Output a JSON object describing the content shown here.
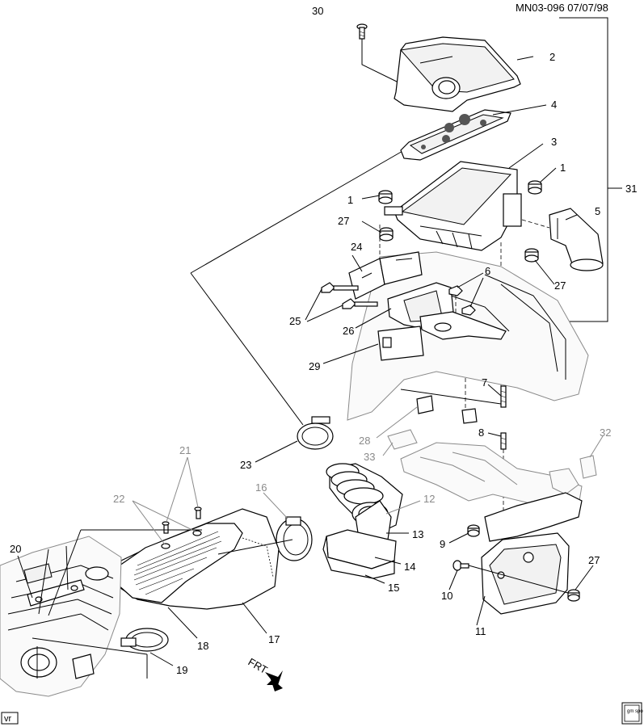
{
  "header": {
    "code": "MN03-096 07/07/98"
  },
  "footer": {
    "left_badge": "vr",
    "logo_text": "gm spo"
  },
  "direction": {
    "label": "FRT"
  },
  "callouts": [
    {
      "id": "30",
      "text": "30",
      "tone": "black"
    },
    {
      "id": "2",
      "text": "2",
      "tone": "black"
    },
    {
      "id": "4",
      "text": "4",
      "tone": "black"
    },
    {
      "id": "3",
      "text": "3",
      "tone": "black"
    },
    {
      "id": "1a",
      "text": "1",
      "tone": "black"
    },
    {
      "id": "1b",
      "text": "1",
      "tone": "black"
    },
    {
      "id": "31",
      "text": "31",
      "tone": "black"
    },
    {
      "id": "5",
      "text": "5",
      "tone": "black"
    },
    {
      "id": "27a",
      "text": "27",
      "tone": "black"
    },
    {
      "id": "27b",
      "text": "27",
      "tone": "black"
    },
    {
      "id": "24",
      "text": "24",
      "tone": "black"
    },
    {
      "id": "6",
      "text": "6",
      "tone": "black"
    },
    {
      "id": "25",
      "text": "25",
      "tone": "black"
    },
    {
      "id": "26",
      "text": "26",
      "tone": "black"
    },
    {
      "id": "29",
      "text": "29",
      "tone": "black"
    },
    {
      "id": "7",
      "text": "7",
      "tone": "black"
    },
    {
      "id": "28",
      "text": "28",
      "tone": "gray"
    },
    {
      "id": "8",
      "text": "8",
      "tone": "black"
    },
    {
      "id": "32",
      "text": "32",
      "tone": "gray"
    },
    {
      "id": "33",
      "text": "33",
      "tone": "gray"
    },
    {
      "id": "23",
      "text": "23",
      "tone": "black"
    },
    {
      "id": "21",
      "text": "21",
      "tone": "gray"
    },
    {
      "id": "16",
      "text": "16",
      "tone": "gray"
    },
    {
      "id": "12",
      "text": "12",
      "tone": "gray"
    },
    {
      "id": "22",
      "text": "22",
      "tone": "gray"
    },
    {
      "id": "13",
      "text": "13",
      "tone": "black"
    },
    {
      "id": "9",
      "text": "9",
      "tone": "black"
    },
    {
      "id": "20",
      "text": "20",
      "tone": "black"
    },
    {
      "id": "14",
      "text": "14",
      "tone": "black"
    },
    {
      "id": "27c",
      "text": "27",
      "tone": "black"
    },
    {
      "id": "15",
      "text": "15",
      "tone": "black"
    },
    {
      "id": "10",
      "text": "10",
      "tone": "black"
    },
    {
      "id": "18",
      "text": "18",
      "tone": "black"
    },
    {
      "id": "17",
      "text": "17",
      "tone": "black"
    },
    {
      "id": "11",
      "text": "11",
      "tone": "black"
    },
    {
      "id": "19",
      "text": "19",
      "tone": "black"
    }
  ]
}
